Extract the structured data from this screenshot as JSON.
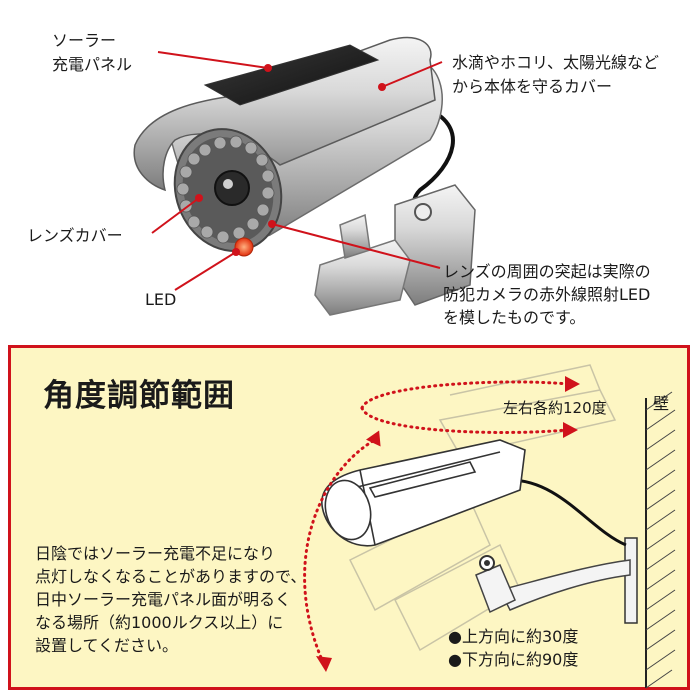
{
  "top": {
    "callouts": {
      "solar_panel_line1": "ソーラー",
      "solar_panel_line2": "充電パネル",
      "cover_line1": "水滴やホコリ、太陽光線など",
      "cover_line2": "から本体を守るカバー",
      "lens_cover": "レンズカバー",
      "led": "LED",
      "bumps_line1": "レンズの周囲の突起は実際の",
      "bumps_line2": "防犯カメラの赤外線照射LED",
      "bumps_line3": "を模したものです。"
    }
  },
  "angle_panel": {
    "title": "角度調節範囲",
    "horizontal": "左右各約120度",
    "wall": "壁",
    "note_lines": [
      "日陰ではソーラー充電不足になり",
      "点灯しなくなることがありますので、",
      "日中ソーラー充電パネル面が明るく",
      "なる場所（約1000ルクス以上）に",
      "設置してください。"
    ],
    "up_angle": "●上方向に約30度",
    "down_angle": "●下方向に約90度"
  },
  "colors": {
    "accent_red": "#d0121b",
    "panel_bg": "#fdf6c3",
    "led_orange": "#f05a1a"
  }
}
